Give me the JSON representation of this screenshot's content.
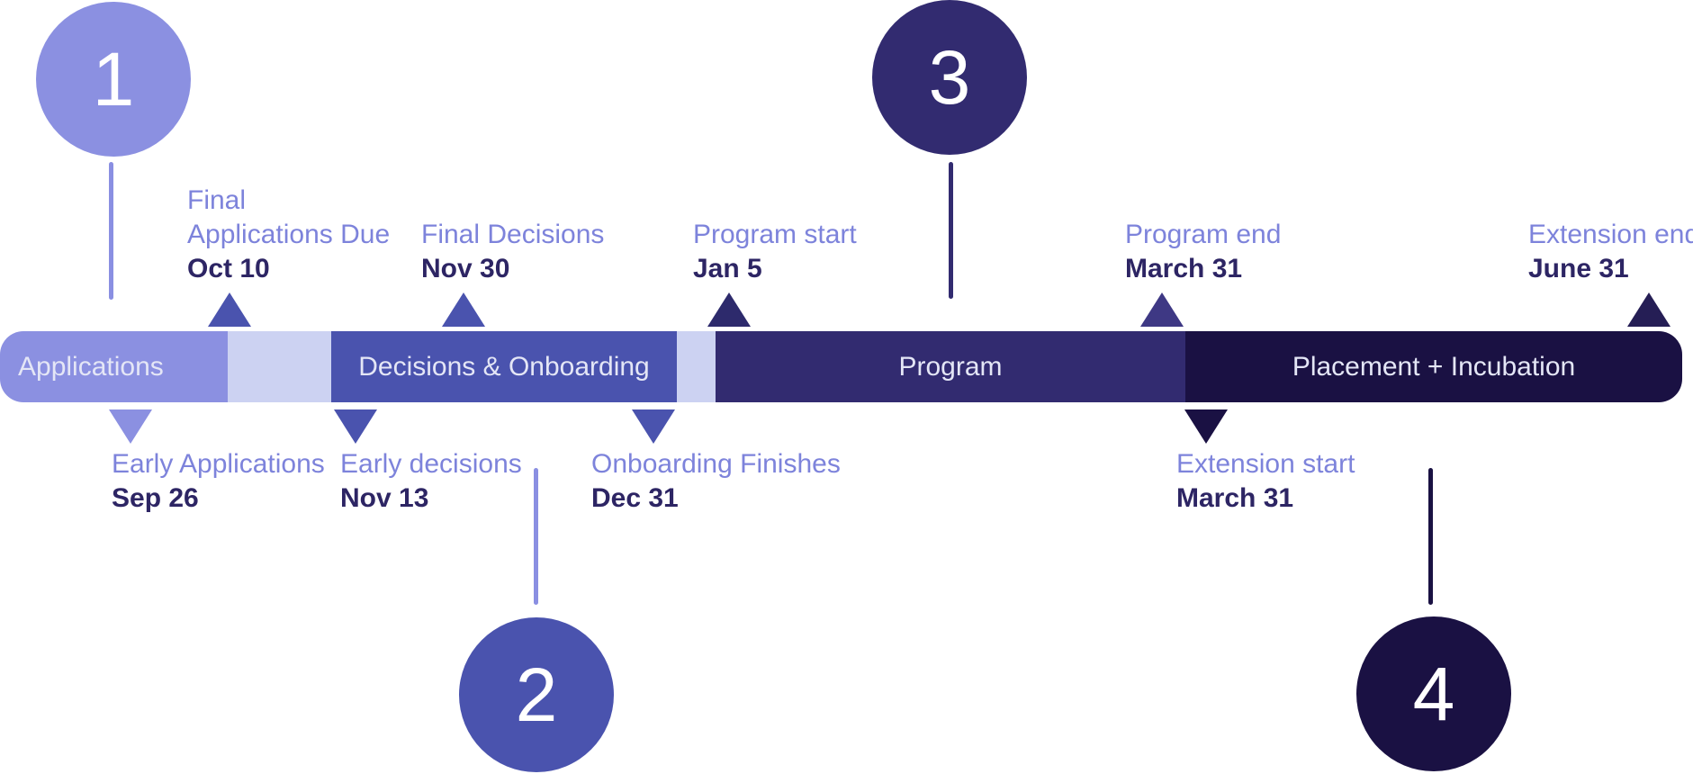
{
  "timeline": {
    "colors": {
      "title_text": "#7d83db",
      "date_text": "#2d2564",
      "bar_text": "#e4e6f6",
      "background": "#ffffff"
    },
    "bar_segments": [
      {
        "label": "Applications",
        "color": "#8b90e1"
      },
      {
        "label": "",
        "color": "#ccd2f2"
      },
      {
        "label": "Decisions & Onboarding",
        "color": "#4a53ae"
      },
      {
        "label": "",
        "color": "#ccd2f2"
      },
      {
        "label": "Program",
        "color": "#322b70"
      },
      {
        "label": "Placement + Incubation",
        "color": "#1a1143"
      }
    ],
    "phase_markers": [
      {
        "number": "1",
        "circle_color": "#8b90e1",
        "line_color": "#8a8fe2"
      },
      {
        "number": "2",
        "circle_color": "#4a53ae",
        "line_color": "#8a8fe2"
      },
      {
        "number": "3",
        "circle_color": "#322b70",
        "line_color": "#322b70"
      },
      {
        "number": "4",
        "circle_color": "#1a1143",
        "line_color": "#1a1143"
      }
    ],
    "milestones_above": [
      {
        "title_lines": [
          "Final",
          "Applications Due"
        ],
        "date": "Oct 10",
        "marker_color": "#4a53ae"
      },
      {
        "title": "Final Decisions",
        "date": "Nov 30",
        "marker_color": "#4a53ae"
      },
      {
        "title": "Program start",
        "date": "Jan 5",
        "marker_color": "#2d2a6c"
      },
      {
        "title": "Program end",
        "date": "March 31",
        "marker_color": "#3e3884"
      },
      {
        "title": "Extension end",
        "date": "June 31",
        "marker_color": "#251e55"
      }
    ],
    "milestones_below": [
      {
        "title": "Early Applications",
        "date": "Sep 26",
        "marker_color": "#8b90e1"
      },
      {
        "title": "Early decisions",
        "date": "Nov 13",
        "marker_color": "#4a53ae"
      },
      {
        "title": "Onboarding Finishes",
        "date": "Dec 31",
        "marker_color": "#4a53ae"
      },
      {
        "title": "Extension start",
        "date": "March 31",
        "marker_color": "#1a1143"
      }
    ]
  }
}
